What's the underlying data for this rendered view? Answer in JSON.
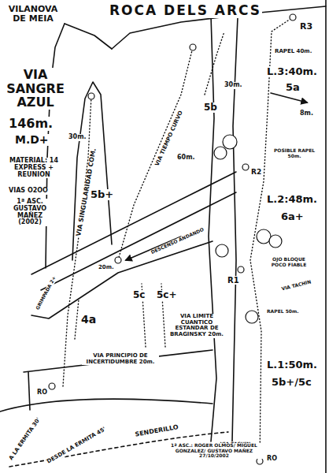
{
  "diagram": {
    "title": "ROCA DELS ARCS",
    "labels": [
      "VILANOVA DE MEIA",
      "VIA SANGRE AZUL",
      "146m.",
      "M.D+",
      "MATERIAL: 14 EXPRESS + REUNION",
      "VIAS O2OO",
      "1ª ASC. GUSTAVO MAÑEZ (2002)",
      "VIA SINGULARIDAD COM.",
      "5b+",
      "30m.",
      "VIA TIEMPO CURVO",
      "5b",
      "60m.",
      "30m.",
      "DESCENSO ANDANDO",
      "R3",
      "RAPEL 40m.",
      "L.3:40m.",
      "5a",
      "8m.",
      "R2",
      "POSIBLE RAPEL 50m.",
      "L.2:48m.",
      "6a+",
      "OJO BLOQUE POCO FIABLE",
      "R1",
      "VIA TACHIN",
      "RAPEL 50m.",
      "L.1:50m.",
      "5b+/5c",
      "VIA TACHIN",
      "RO",
      "RO",
      "GRIMPADA 2+",
      "4a",
      "20m.",
      "5c",
      "5c+",
      "VIA PRINCIPIO DE INCERTIDUMBRE 20m.",
      "VIA LIMITE CUANTICO ESTANDAR DE BRAGINSKY 20m.",
      "SENDERILLO",
      "A LA ERMITA 30'",
      "DESDE LA ERMITA 45'",
      "1ª ASC.: ROGER OLMOS/ MIGUEL GONZALEZ/ GUSTAVO MAÑEZ 27/10/2002"
    ]
  }
}
